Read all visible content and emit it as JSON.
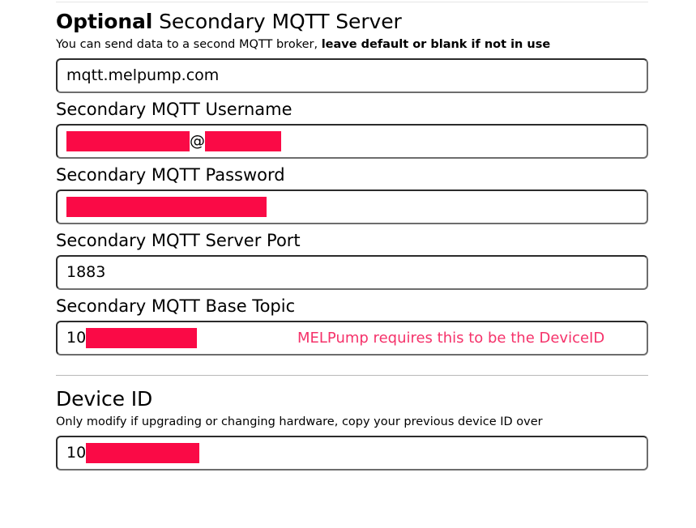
{
  "sections": [
    {
      "title_bold": "Optional",
      "title_rest": " Secondary MQTT Server",
      "desc_normal": "You can send data to a second MQTT broker, ",
      "desc_bold": "leave default or blank if not in use",
      "fields": [
        {
          "label": "",
          "value": "mqtt.melpump.com",
          "placeholder": "mqtt.melpump.com",
          "redacted": false,
          "note": ""
        },
        {
          "label": "Secondary MQTT Username",
          "value": "",
          "placeholder": "",
          "redacted": true,
          "redaction_style": "email",
          "separator": "@",
          "note": ""
        },
        {
          "label": "Secondary MQTT Password",
          "value": "",
          "placeholder": "",
          "redacted": true,
          "redaction_style": "block",
          "note": ""
        },
        {
          "label": "Secondary MQTT Server Port",
          "value": "1883",
          "placeholder": "1883",
          "redacted": false,
          "note": ""
        },
        {
          "label": "Secondary MQTT Base Topic",
          "value": "10",
          "placeholder": "",
          "redacted": true,
          "redaction_style": "prefix",
          "note": "MELPump requires this to be the DeviceID"
        }
      ]
    },
    {
      "title_bold": "",
      "title_rest": "Device ID",
      "desc_normal": "Only modify if upgrading or changing hardware, copy your previous device ID over",
      "desc_bold": "",
      "fields": [
        {
          "label": "",
          "value": "10",
          "placeholder": "",
          "redacted": true,
          "redaction_style": "prefix",
          "note": ""
        }
      ]
    }
  ],
  "colors": {
    "redaction": "#fa0a46",
    "note_text": "#f5326a",
    "input_border": "#2b2b2b",
    "divider": "#b9b9b9",
    "text": "#000000",
    "background": "#ffffff"
  }
}
